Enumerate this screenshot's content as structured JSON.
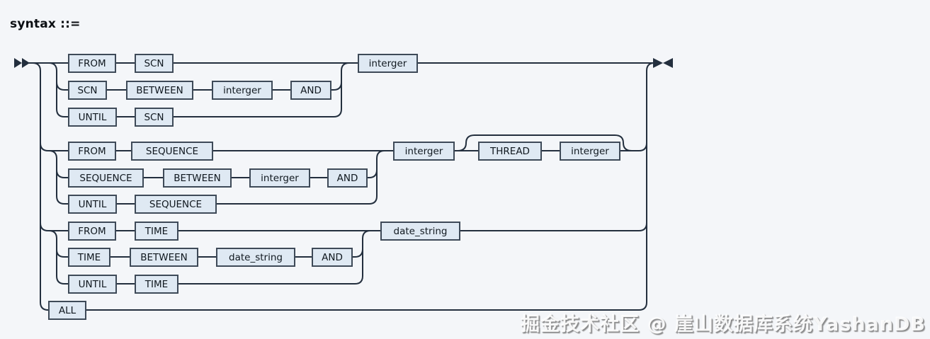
{
  "title": "syntax ::=",
  "watermark": {
    "text": "掘金技术社区 @ 崖山数据库系统YashanDB"
  },
  "colors": {
    "background": "#f4f6f9",
    "node_fill": "#dfe9f3",
    "node_border": "#3e4a58",
    "line": "#232f3e",
    "text": "#10181f",
    "watermark_text": "#ffffff"
  },
  "diagram": {
    "start_marker": "railroad-start",
    "end_marker": "railroad-end",
    "scn_group": {
      "alt1": {
        "from": "FROM",
        "scn": "SCN"
      },
      "alt2": {
        "scn": "SCN",
        "between": "BETWEEN",
        "interger": "interger",
        "and": "AND"
      },
      "alt3": {
        "until": "UNTIL",
        "scn": "SCN"
      },
      "result": "interger"
    },
    "sequence_group": {
      "alt1": {
        "from": "FROM",
        "sequence": "SEQUENCE"
      },
      "alt2": {
        "sequence": "SEQUENCE",
        "between": "BETWEEN",
        "interger": "interger",
        "and": "AND"
      },
      "alt3": {
        "until": "UNTIL",
        "sequence": "SEQUENCE"
      },
      "result": "interger",
      "thread": {
        "keyword": "THREAD",
        "value": "interger"
      }
    },
    "time_group": {
      "alt1": {
        "from": "FROM",
        "time": "TIME"
      },
      "alt2": {
        "time": "TIME",
        "between": "BETWEEN",
        "date_string": "date_string",
        "and": "AND"
      },
      "alt3": {
        "until": "UNTIL",
        "time": "TIME"
      },
      "result": "date_string"
    },
    "all_option": {
      "all": "ALL"
    }
  }
}
